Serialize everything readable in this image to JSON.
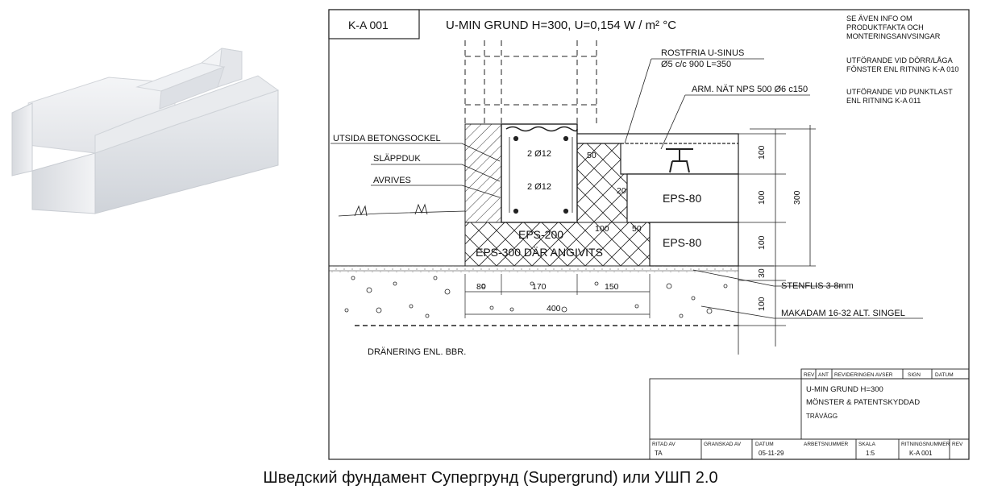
{
  "drawing": {
    "code": "K-A 001",
    "title": "U-MIN GRUND H=300, U=0,154 W / m² °C",
    "notes": [
      "SE ÄVEN INFO OM",
      "PRODUKTFAKTA OCH",
      "MONTERINGSANVSINGAR",
      "UTFÖRANDE VID DÖRR/LÅGA",
      "FÖNSTER ENL RITNING K-A 010",
      "UTFÖRANDE VID PUNKTLAST",
      "ENL RITNING K-A 011"
    ],
    "labels": {
      "rostfria": "ROSTFRIA U-SINUS",
      "rostfria_spec": "Ø5 c/c 900 L=350",
      "arm": "ARM. NÄT NPS 500 Ø6 c150",
      "utsida": "UTSIDA BETONGSOCKEL",
      "slappduk": "SLÄPPDUK",
      "avrives": "AVRIVES",
      "rebar_top": "2 Ø12",
      "rebar_bottom": "2 Ø12",
      "eps80_upper": "EPS-80",
      "eps80_lower": "EPS-80",
      "eps200": "EPS-200",
      "eps300": "EPS-300 DÄR ANGIVITS",
      "stenflis": "STENFLIS 3-8mm",
      "makadam": "MAKADAM 16-32 ALT. SINGEL",
      "dranering": "DRÄNERING ENL. BBR."
    },
    "dims": {
      "d50a": "50",
      "d20": "20",
      "d100a": "100",
      "d50b": "50",
      "d80": "80",
      "d170": "170",
      "d150": "150",
      "d400": "400",
      "v100a": "100",
      "v100b": "100",
      "v100c": "100",
      "v30": "30",
      "v100d": "100",
      "v300": "300"
    },
    "titleblock": {
      "rev_headers": [
        "REV",
        "ANT",
        "REVIDERINGEN AVSER",
        "SIGN",
        "DATUM"
      ],
      "line1": "U-MIN GRUND H=300",
      "line2": "MÖNSTER & PATENTSKYDDAD",
      "line3": "TRÄVÄGG",
      "ritad_av_label": "RITAD AV",
      "ritad_av": "TA",
      "granskad_label": "GRANSKAD AV",
      "datum_label": "DATUM",
      "datum": "05-11-29",
      "arbetsnummer_label": "ARBETSNUMMER",
      "skala_label": "SKALA",
      "skala": "1:5",
      "ritningsnummer_label": "RITNINGSNUMMER",
      "rev_label": "REV",
      "ritningsnummer": "K-A 001"
    }
  },
  "caption": "Шведский фундамент Супергрунд (Supergrund) или УШП 2.0"
}
